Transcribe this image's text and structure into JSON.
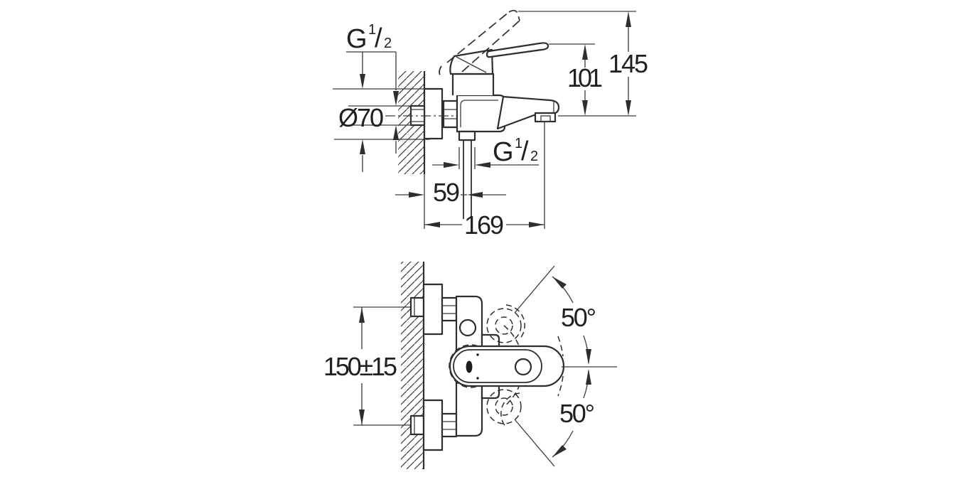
{
  "side_view": {
    "supply_thread": {
      "g": "G",
      "sup": "1",
      "slash": "/",
      "sub": "2"
    },
    "outlet_thread": {
      "g": "G",
      "sup": "1",
      "slash": "/",
      "sub": "2"
    },
    "escutcheon_diameter": "Ø70",
    "handle_height": "101",
    "overall_height": "145",
    "wall_to_outlet": "59",
    "spout_reach": "169"
  },
  "plan_view": {
    "connection_spacing": "150±15",
    "swing_up": "50°",
    "swing_down": "50°"
  },
  "colors": {
    "line": "#2e2e2e",
    "background": "#ffffff"
  }
}
